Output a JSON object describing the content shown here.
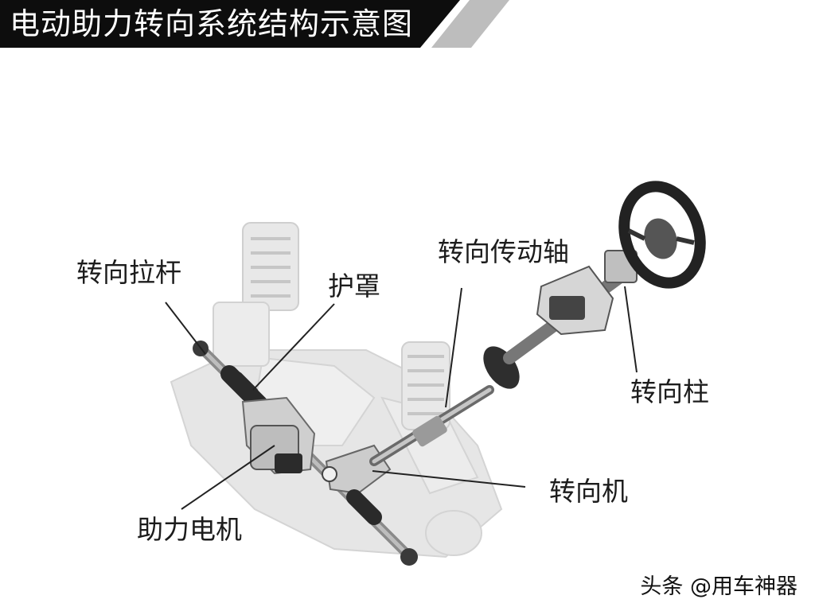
{
  "title": "电动助力转向系统结构示意图",
  "labels": {
    "tie_rod": "转向拉杆",
    "boot": "护罩",
    "intermediate_shaft": "转向传动轴",
    "steering_column": "转向柱",
    "steering_gear": "转向机",
    "assist_motor": "助力电机"
  },
  "watermark": "头条 @用车神器",
  "colors": {
    "banner": "#0d0d0d",
    "banner_stripe": "#bdbdbd",
    "label_text": "#1c1c1c",
    "leader_line": "#222222",
    "faded_chassis": "#e2e2e2"
  }
}
